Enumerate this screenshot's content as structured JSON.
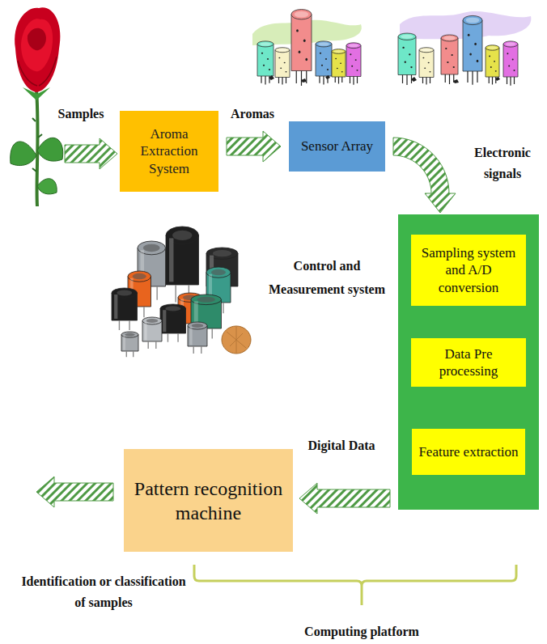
{
  "diagram": {
    "nodes": [
      {
        "text": [
          "Aroma Extraction System"
        ]
      },
      {
        "text": [
          "Sensor Array"
        ]
      },
      {
        "text": [
          "Control and Measurement system"
        ]
      },
      {
        "text": [
          "Sampling system and A/D conversion"
        ],
        "in": 2
      },
      {
        "text": [
          "Data Pre processing"
        ],
        "in": 2
      },
      {
        "text": [
          "Feature extraction"
        ],
        "in": 2
      },
      {
        "text": [
          "Pattern recognition machine"
        ]
      }
    ],
    "edges": [
      {
        "from": 0,
        "to": 1,
        "label": "Aromas",
        "arrow": "to"
      },
      {
        "from": 1,
        "to": 2,
        "label": "Electronic signals",
        "arrow": "to"
      },
      {
        "from": 3,
        "to": 4,
        "arrow": "to"
      },
      {
        "from": 4,
        "to": 5,
        "arrow": "to"
      },
      {
        "from": 2,
        "to": 6,
        "label": "Digital Data",
        "arrow": "to"
      }
    ],
    "labels": [
      "Samples",
      "Identification or classification of samples",
      "Computing platform"
    ]
  }
}
